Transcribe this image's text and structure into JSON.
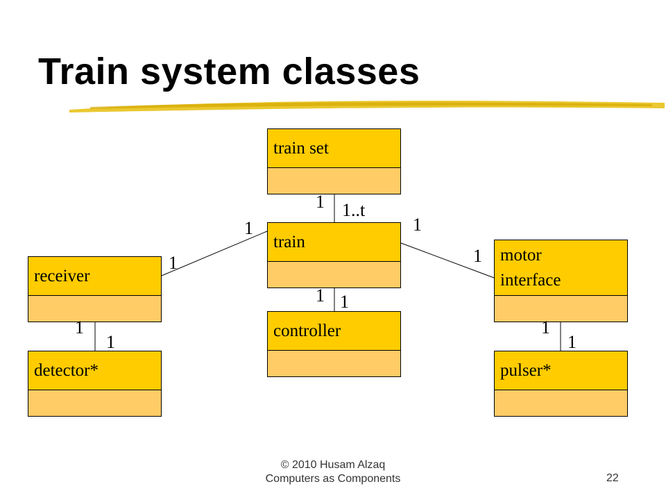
{
  "title": "Train system classes",
  "classes": {
    "train_set": "train set",
    "train": "train",
    "controller": "controller",
    "receiver": "receiver",
    "detector": "detector*",
    "motor_interface_1": "motor",
    "motor_interface_2": "interface",
    "pulser": "pulser*"
  },
  "multiplicities": {
    "trainset_train_top": "1",
    "trainset_train_bottom": "1..t",
    "train_receiver_train": "1",
    "train_receiver_receiver": "1",
    "train_motor_train": "1",
    "train_motor_motor": "1",
    "train_controller_train": "1",
    "train_controller_controller": "1",
    "receiver_detector_receiver": "1",
    "receiver_detector_detector": "1",
    "motor_pulser_motor": "1",
    "motor_pulser_pulser": "1"
  },
  "footer": {
    "line1": "© 2010  Husam Alzaq",
    "line2": "Computers as Components",
    "page": "22"
  },
  "colors": {
    "class_header": "#ffcc00",
    "class_body": "#ffcc66",
    "swoosh": "#e8c21a"
  }
}
